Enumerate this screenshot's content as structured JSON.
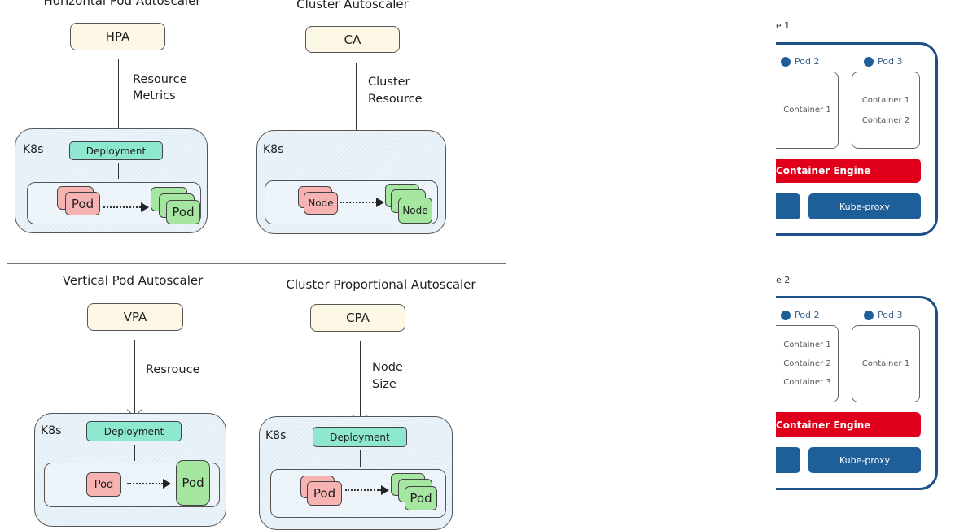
{
  "hpa": {
    "title": "Horizontal Pod Autoscaler",
    "controller": "HPA",
    "arrow_label_1": "Resource",
    "arrow_label_2": "Metrics",
    "cluster": "K8s",
    "deployment": "Deployment",
    "from": "Pod",
    "to": "Pod"
  },
  "ca": {
    "title": "Cluster Autoscaler",
    "controller": "CA",
    "arrow_label_1": "Cluster",
    "arrow_label_2": "Resource",
    "cluster": "K8s",
    "from": "Node",
    "to": "Node"
  },
  "vpa": {
    "title": "Vertical Pod Autoscaler",
    "controller": "VPA",
    "arrow_label_1": "Resrouce",
    "cluster": "K8s",
    "deployment": "Deployment",
    "from": "Pod",
    "to": "Pod"
  },
  "cpa": {
    "title": "Cluster Proportional Autoscaler",
    "controller": "CPA",
    "arrow_label_1": "Node",
    "arrow_label_2": "Size",
    "cluster": "K8s",
    "deployment": "Deployment",
    "from": "Pod",
    "to": "Pod"
  },
  "nodes": [
    {
      "label": "e 1",
      "pod_a": "Pod 2",
      "pod_a_containers": [
        "Container 1"
      ],
      "pod_b": "Pod 3",
      "pod_b_containers": [
        "Container 1",
        "Container 2"
      ],
      "engine": "Container Engine",
      "proxy": "Kube-proxy"
    },
    {
      "label": "e 2",
      "pod_a": "Pod 2",
      "pod_a_containers": [
        "Container 1",
        "Container 2",
        "Container 3"
      ],
      "pod_b": "Pod 3",
      "pod_b_containers": [
        "Container 1"
      ],
      "engine": "Container Engine",
      "proxy": "Kube-proxy"
    }
  ],
  "colors": {
    "controller": "#fdf8e6",
    "deployment": "#8ee8cf",
    "old": "#f6b3b1",
    "new": "#a5e6a1",
    "engine": "#e0001b",
    "node_border": "#1c4f86",
    "component": "#1f5f99"
  }
}
